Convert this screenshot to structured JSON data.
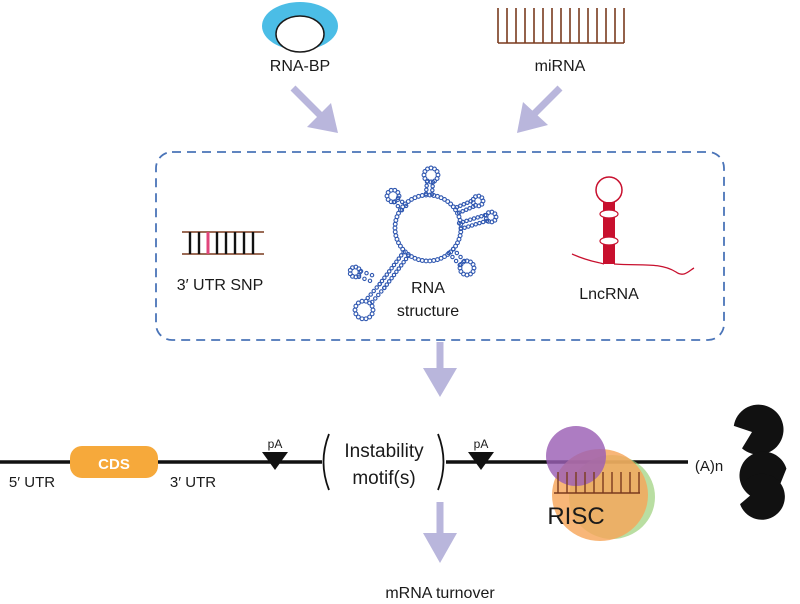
{
  "regulators": {
    "rna_bp": "RNA-BP",
    "mirna": "miRNA"
  },
  "factors": {
    "snp": "3′ UTR SNP",
    "rna_structure_line1": "RNA",
    "rna_structure_line2": "structure",
    "lncrna": "LncRNA"
  },
  "transcript": {
    "utr5": "5′ UTR",
    "cds": "CDS",
    "utr3": "3′ UTR",
    "pa_left": "pA",
    "instability_line1": "Instability",
    "instability_line2": "motif(s)",
    "pa_right": "pA",
    "poly_a": "(A)n",
    "risc": "RISC"
  },
  "outcome": "mRNA turnover",
  "colors": {
    "arrow": "#b9b6dc",
    "dashed_box": "#4a74b8",
    "rna_bp_blue": "#4bbde6",
    "mirna_brown": "#7a3a1e",
    "structure_blue": "#2f57b0",
    "lncrna_red": "#c8102e",
    "snp_pink": "#e0457b",
    "cds_orange": "#f6a93b",
    "risc_purple": "#9b5fb5",
    "risc_orange": "#f7a65a",
    "risc_green": "#9bd07a",
    "decay_black": "#111111"
  }
}
